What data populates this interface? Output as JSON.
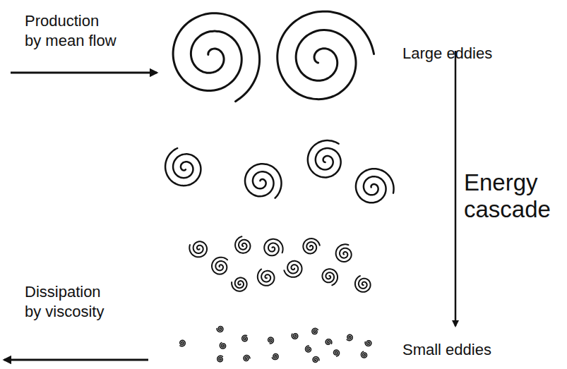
{
  "diagram": {
    "labels": [
      "Production by mean flow",
      "Large eddies",
      "Energy cascade",
      "Dissipation by viscosity",
      "Small eddies"
    ]
  }
}
